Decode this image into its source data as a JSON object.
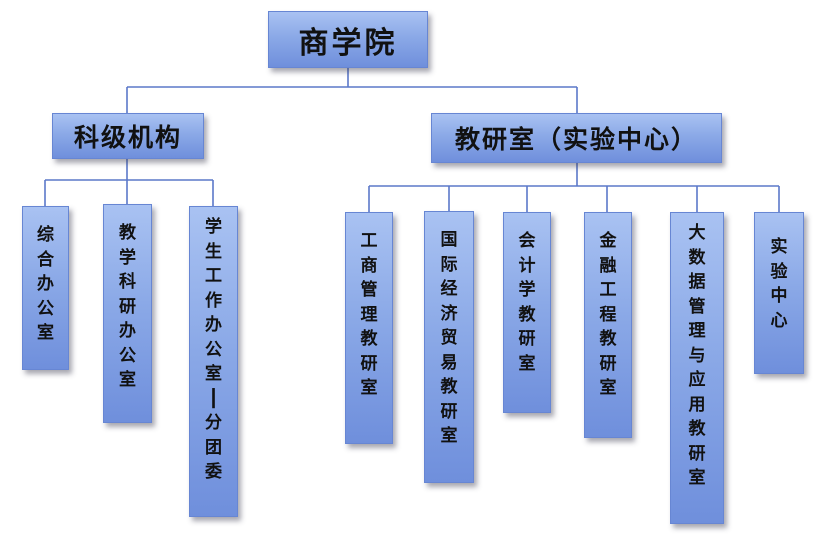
{
  "root": {
    "label": "商学院"
  },
  "branches": [
    {
      "label": "科级机构",
      "children": [
        "综合办公室",
        "教学科研办公室",
        "学生工作办公室|分团委"
      ]
    },
    {
      "label": "教研室（实验中心）",
      "children": [
        "工商管理教研室",
        "国际经济贸易教研室",
        "会计学教研室",
        "金融工程教研室",
        "大数据管理与应用教研室",
        "实验中心"
      ]
    }
  ],
  "colors": {
    "box_top": "#a9c2f2",
    "box_bottom": "#6f8fdc",
    "line": "#5b78c9"
  }
}
